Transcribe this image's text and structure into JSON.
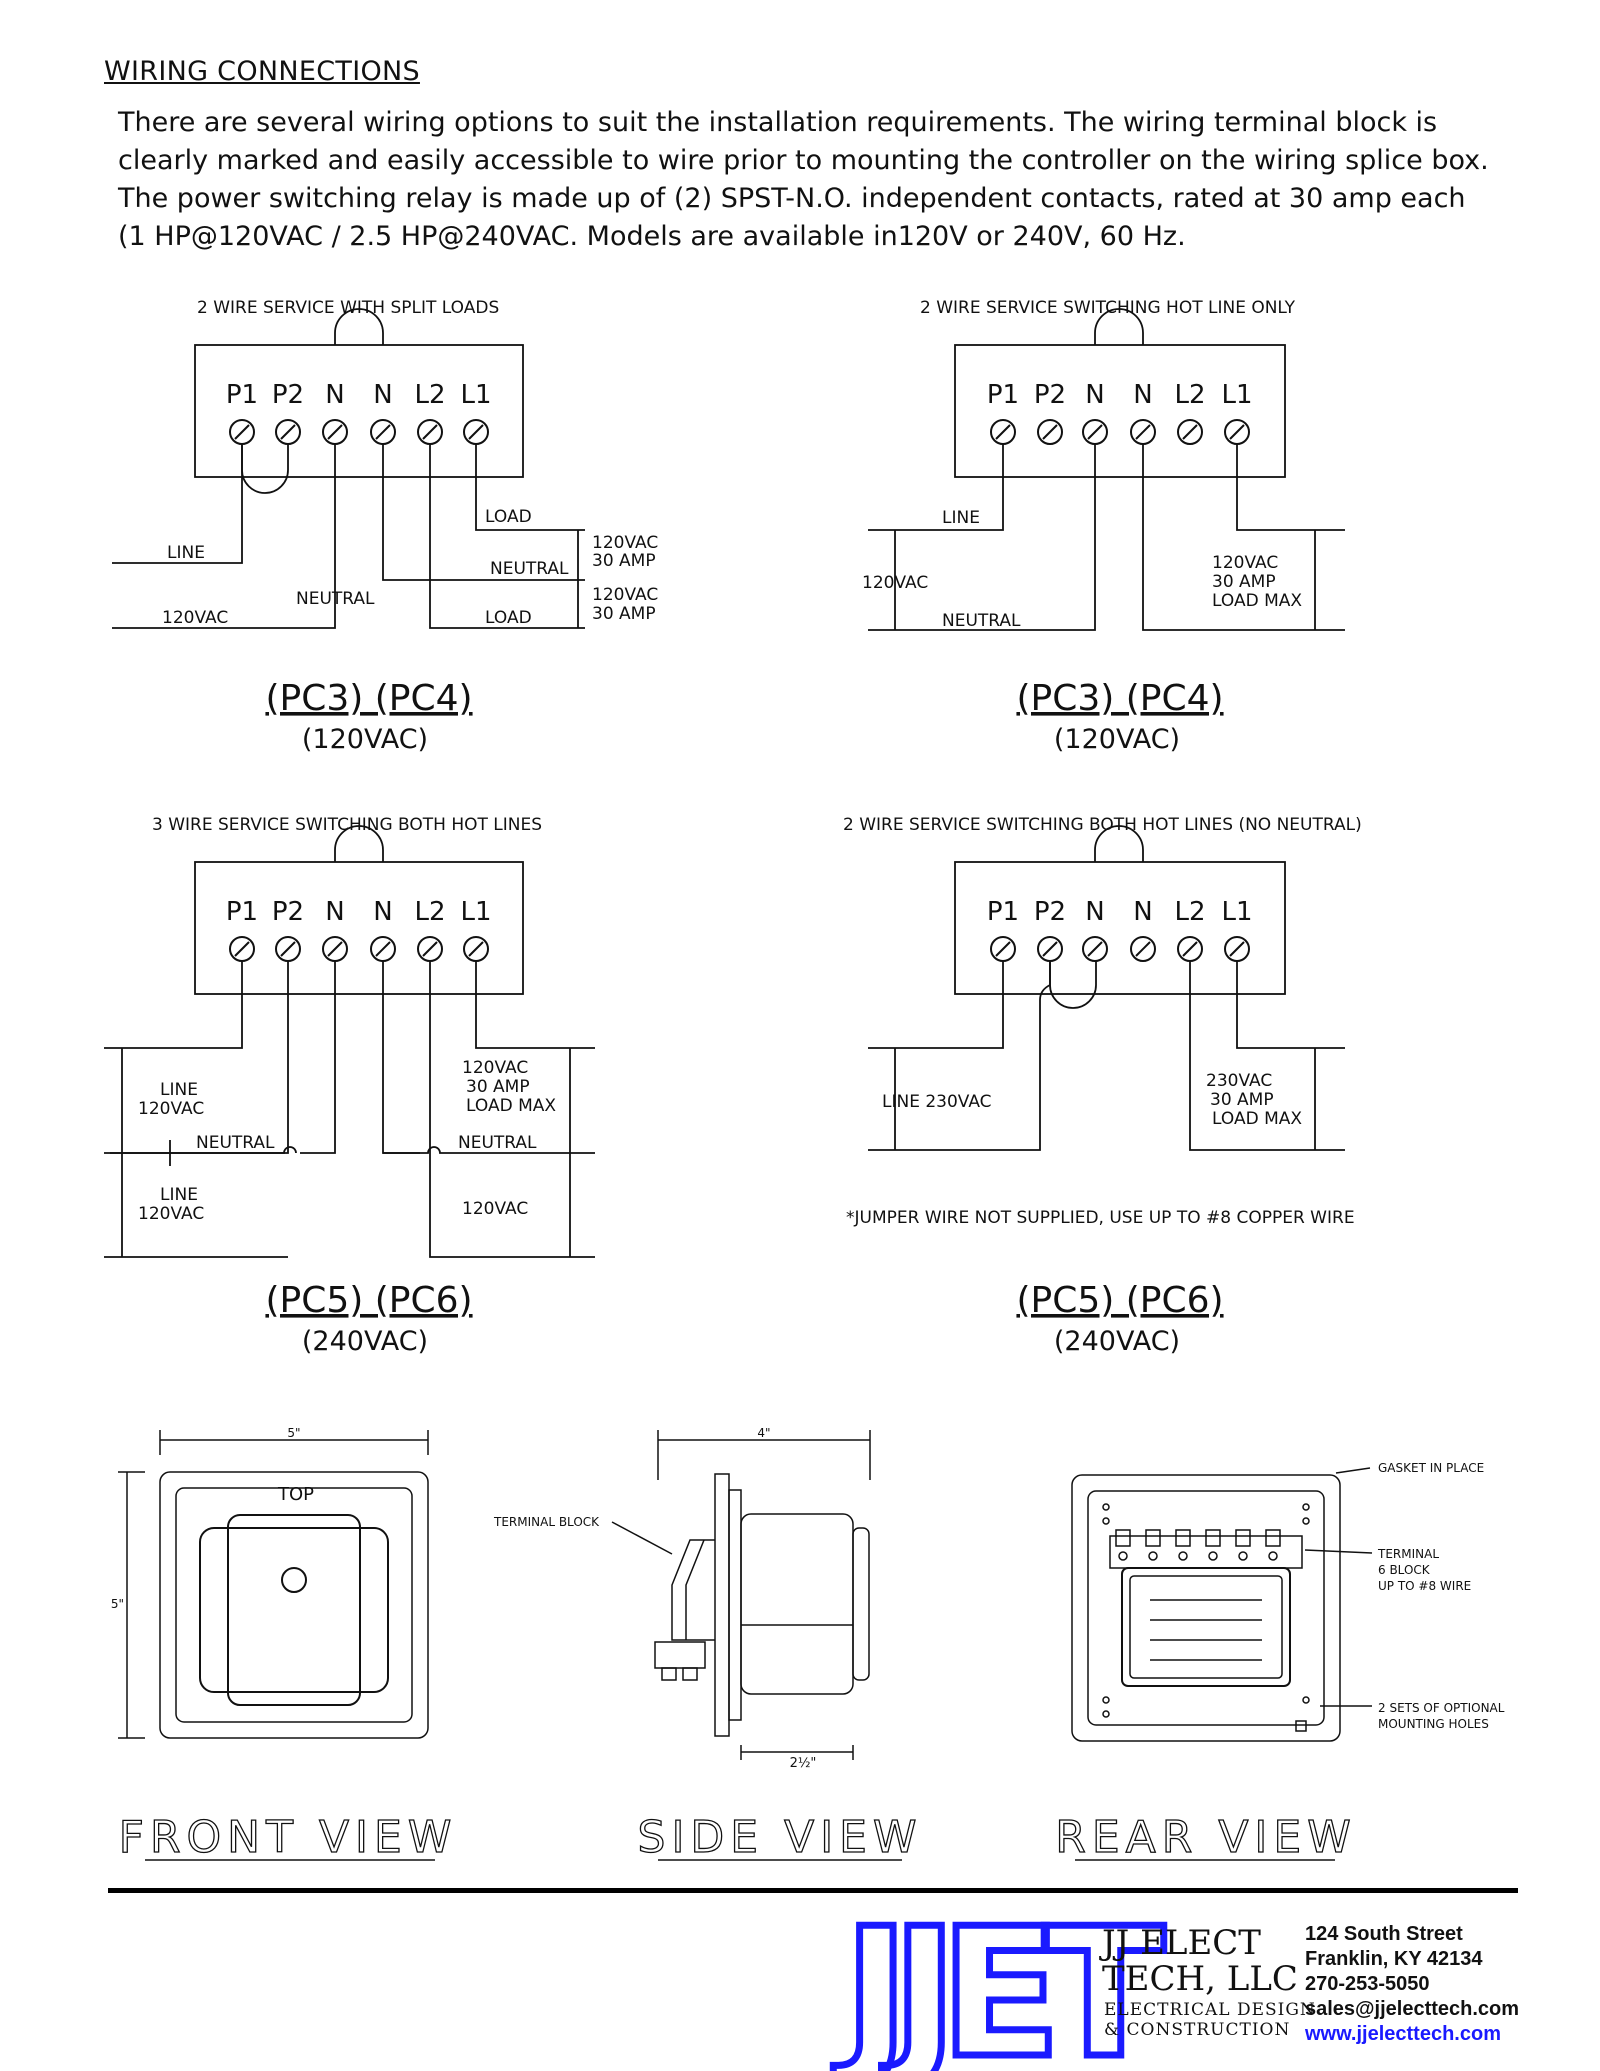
{
  "header": {
    "title": "WIRING CONNECTIONS"
  },
  "intro": [
    "There are several wiring options to suit the installation requirements. The wiring terminal block is",
    "clearly marked and easily accessible to wire prior to mounting the controller on the wiring splice box.",
    "The power switching relay is made up of (2) SPST-N.O. independent contacts, rated at 30 amp each",
    "(1 HP@120VAC / 2.5 HP@240VAC. Models are available in120V or 240V, 60 Hz."
  ],
  "terminals": [
    "P1",
    "P2",
    "N",
    "N",
    "L2",
    "L1"
  ],
  "diagrams": {
    "d1": {
      "title": "2 WIRE SERVICE WITH SPLIT LOADS",
      "load_top": "LOAD",
      "line": "LINE",
      "rating1a": "120VAC",
      "rating1b": "30 AMP",
      "neutral_r": "NEUTRAL",
      "neutral_c": "NEUTRAL",
      "rating2a": "120VAC",
      "rating2b": "30 AMP",
      "v120": "120VAC",
      "load_bot": "LOAD",
      "model": "(PC3) (PC4)",
      "voltage": "(120VAC)"
    },
    "d2": {
      "title": "2 WIRE SERVICE SWITCHING HOT LINE ONLY",
      "line": "LINE",
      "v120": "120VAC",
      "neutral": "NEUTRAL",
      "ra": "120VAC",
      "rb": "30 AMP",
      "rc": "LOAD MAX",
      "model": "(PC3) (PC4)",
      "voltage": "(120VAC)"
    },
    "d3": {
      "title": "3 WIRE SERVICE SWITCHING BOTH HOT LINES",
      "line1": "LINE",
      "line1v": "120VAC",
      "neutral_l": "NEUTRAL",
      "line2": "LINE",
      "line2v": "120VAC",
      "ra": "120VAC",
      "rb": "30 AMP",
      "rc": "LOAD MAX",
      "neutral_r": "NEUTRAL",
      "v120": "120VAC",
      "model": "(PC5) (PC6)",
      "voltage": "(240VAC)"
    },
    "d4": {
      "title": "2 WIRE SERVICE SWITCHING BOTH HOT LINES (NO NEUTRAL)",
      "line": "LINE 230VAC",
      "ra": "230VAC",
      "rb": "30 AMP",
      "rc": "LOAD MAX",
      "note": "*JUMPER WIRE NOT SUPPLIED, USE UP TO #8 COPPER WIRE",
      "model": "(PC5) (PC6)",
      "voltage": "(240VAC)"
    }
  },
  "views": {
    "front": {
      "width_dim": "5\"",
      "height_dim": "5\"",
      "top": "TOP",
      "caption": "FRONT VIEW"
    },
    "side": {
      "width_dim": "4\"",
      "depth_dim": "2½\"",
      "terminal": "TERMINAL BLOCK",
      "caption": "SIDE VIEW"
    },
    "rear": {
      "gasket": "GASKET IN PLACE",
      "term1": "TERMINAL",
      "term2": "6 BLOCK",
      "term3": "UP TO #8 WIRE",
      "holes1": "2 SETS OF OPTIONAL",
      "holes2": "MOUNTING HOLES",
      "caption": "REAR VIEW"
    }
  },
  "company": {
    "name1": "JJ ELECT",
    "name2": "TECH, LLC",
    "sub1": "ELECTRICAL DESIGN",
    "sub2": "& CONSTRUCTION",
    "logo_text": "JJET",
    "logo_color": "#1a1aff",
    "address": "124 South Street",
    "city": "Franklin, KY 42134",
    "phone": "270-253-5050",
    "email": "sales@jjelecttech.com",
    "web": "www.jjelecttech.com"
  }
}
